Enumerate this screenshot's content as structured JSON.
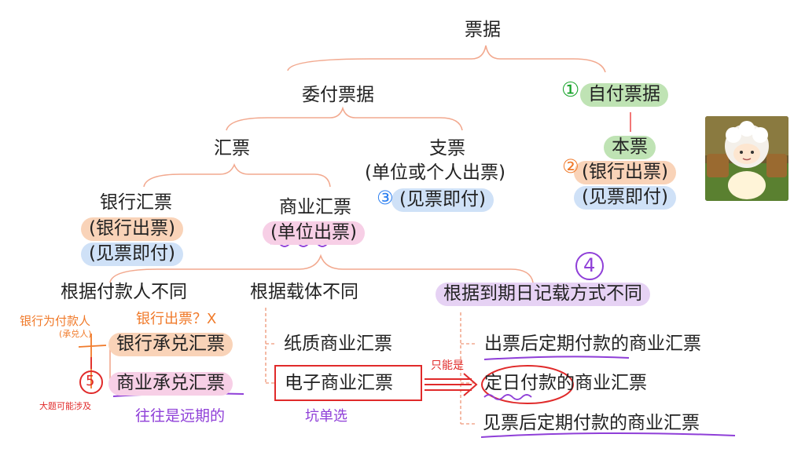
{
  "nodes": {
    "root": "票据",
    "entrusted": "委付票据",
    "self_pay": "自付票据",
    "draft": "汇票",
    "check": "支票",
    "check_issuer": "(单位或个人出票)",
    "check_payment": "(见票即付)",
    "promissory": "本票",
    "promissory_issuer": "(银行出票)",
    "promissory_payment": "(见票即付)",
    "bank_draft": "银行汇票",
    "bank_draft_issuer": "(银行出票)",
    "bank_draft_payment": "(见票即付)",
    "commercial_draft": "商业汇票",
    "commercial_draft_issuer": "(单位出票)",
    "by_payer": "根据付款人不同",
    "by_medium": "根据载体不同",
    "by_maturity": "根据到期日记载方式不同",
    "bank_acceptance": "银行承兑汇票",
    "commercial_acceptance": "商业承兑汇票",
    "paper_draft": "纸质商业汇票",
    "electronic_draft": "电子商业汇票",
    "fixed_period_after_issue": "出票后定期付款的商业汇票",
    "fixed_date": "定日付款的商业汇票",
    "fixed_period_after_sight": "见票后定期付款的商业汇票"
  },
  "annotations": {
    "n1": "①",
    "n2": "②",
    "n3": "③",
    "n4": "4",
    "n5": "5",
    "payer_note": "银行为付款人",
    "acceptor_note": "(承兑人)",
    "bank_issue_question": "银行出票？X",
    "big_question": "大题可能涉及",
    "usually_long_term": "往往是远期的",
    "multiple_choice": "坑单选",
    "only_can_be": "只能是"
  },
  "colors": {
    "line": "#f2a98f",
    "green": "#bfe3b4",
    "orange": "#f9d3b8",
    "blue": "#cfe1f7",
    "pink": "#f7cfe6",
    "purple": "#e6d2f4",
    "ink_red": "#e02a2a",
    "ink_purple": "#8f3fd8",
    "ink_orange": "#f07a2a"
  }
}
